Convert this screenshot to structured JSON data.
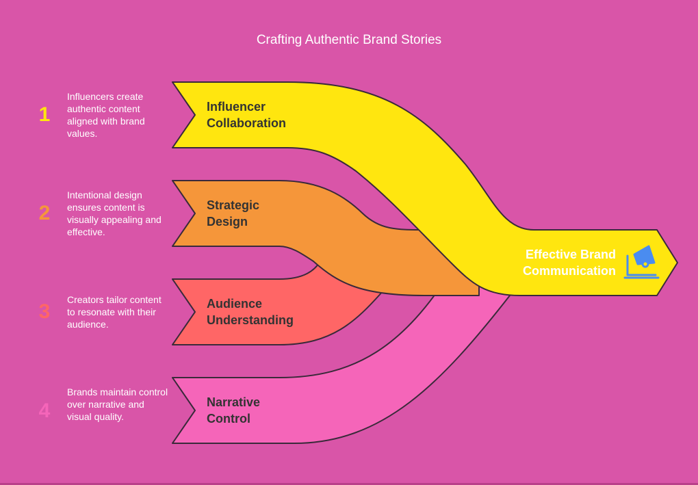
{
  "title": "Crafting Authentic Brand Stories",
  "colors": {
    "background": "#d955a8",
    "stage_1": "#ffe60f",
    "stage_2": "#f5963a",
    "stage_3": "#ff6666",
    "stage_4": "#f565b9",
    "icon": "#4a8cf0"
  },
  "steps": [
    {
      "number": "1",
      "description": "Influencers create authentic content aligned with brand values.",
      "label_lines": [
        "Influencer",
        "Collaboration"
      ]
    },
    {
      "number": "2",
      "description": "Intentional design ensures content is visually appealing and effective.",
      "label_lines": [
        "Strategic",
        "Design"
      ]
    },
    {
      "number": "3",
      "description": "Creators tailor content to resonate with their audience.",
      "label_lines": [
        "Audience",
        "Understanding"
      ]
    },
    {
      "number": "4",
      "description": "Brands maintain control over narrative and visual quality.",
      "label_lines": [
        "Narrative",
        "Control"
      ]
    }
  ],
  "target": {
    "label_lines": [
      "Effective Brand",
      "Communication"
    ],
    "icon": "megaphone-laptop-icon"
  }
}
